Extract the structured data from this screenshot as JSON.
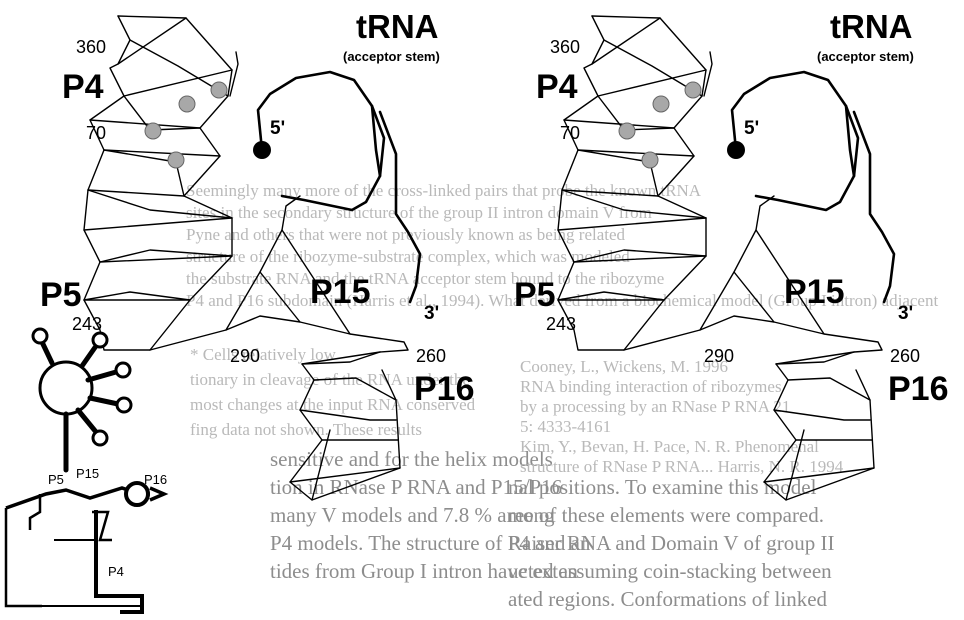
{
  "background_text": {
    "top_lines": [
      "Seemingly many more of the cross-linked pairs that probe the known tRNA",
      "sites in the secondary structure of the group II intron domain V from",
      "Pyne and others that were not previously known as being related",
      "structure of the ribozyme-substrate complex, which was modeled",
      "the substrate RNA and the tRNA acceptor stem bound to the ribozyme",
      "P4 and P16 subdomain (Harris et al., 1994). What derived from a biochemical model (Group I intron) adjacent"
    ],
    "bottom_lines": [
      "* Cells relatively low",
      "tionary in cleavage of the RNA under the",
      "most changes at the input RNA conserved",
      "fing data not shown. These results",
      "sensitive and for the helix models",
      "tion in RNase P RNA and P15/P16",
      "many V models and 7.8 % among",
      "P4 models. The structure of P4 and an",
      "tides from Group I intron have exten"
    ],
    "right_column_lines": [
      "nal positions. To examine this model",
      "ree of these elements were compared.",
      "Raiser RNA and Domain V of group II",
      "ucted assuming coin-stacking between",
      "ated regions. Conformations of linked"
    ],
    "refs_lines": [
      "Cooney, L., Wickens, M. 1996",
      "RNA binding interaction of ribozymes",
      "by a processing by an RNase P RNA 21",
      "5: 4333-4161",
      "Kim, Y., Bevan, H. Pace, N. R. Phenomenal",
      "structure of RNase P RNA... Harris, N. R. 1994"
    ]
  },
  "panels": [
    {
      "labels": {
        "p4": "P4",
        "trna_title": "tRNA",
        "trna_subtitle": "(acceptor stem)",
        "n360": "360",
        "n70": "70",
        "five_prime": "5'",
        "three_prime": "3'",
        "p5": "P5",
        "p15": "P15",
        "p16": "P16",
        "n243": "243",
        "n290": "290",
        "n260": "260"
      }
    },
    {
      "labels": {
        "p4": "P4",
        "trna_title": "tRNA",
        "trna_subtitle": "(acceptor stem)",
        "n360": "360",
        "n70": "70",
        "five_prime": "5'",
        "three_prime": "3'",
        "p5": "P5",
        "p15": "P15",
        "p16": "P16",
        "n243": "243",
        "n290": "290",
        "n260": "260"
      }
    }
  ],
  "inset": {
    "p5": "P5",
    "p15": "P15",
    "p16": "P16",
    "p4": "P4"
  },
  "colors": {
    "background_text": "#b9b9b9",
    "line": "#000000",
    "contact_dot": "#a8a8a8"
  }
}
